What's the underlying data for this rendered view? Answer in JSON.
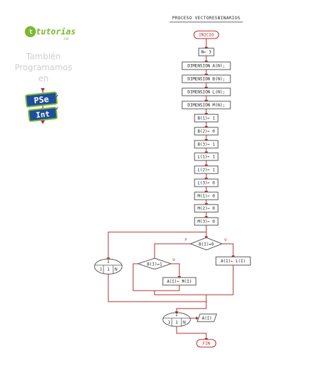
{
  "logo": {
    "brand": "tutorias",
    "tld": "co",
    "tagline": [
      "También",
      "Programamos",
      "en"
    ],
    "badge_top": "PSe",
    "badge_bottom": "Int"
  },
  "flowchart": {
    "title": "PROCESO VECTORESBINARIOS",
    "start": "INICIO",
    "steps": [
      "N← 3",
      "DIMENSION A(N);",
      "DIMENSION B(N);",
      "DIMENSION L(N);",
      "DIMENSION M(N);",
      "B(1)← 1",
      "B(2)← 0",
      "B(3)← 1",
      "L(1)← 1",
      "L(2)← 1",
      "L(3)← 0",
      "M(1)← 0",
      "M(2)← 0",
      "M(3)← 0"
    ],
    "loop1": {
      "var": "I",
      "from": "1",
      "step": "1",
      "to": "N"
    },
    "cond_main": "B(I)=0",
    "label_false": "F",
    "label_true": "V",
    "assign_true": "A(I)← L(I)",
    "cond_inner": "B(I)=1",
    "label_inner_true": "V",
    "assign_inner_true": "A(I)← M(I)",
    "loop2": {
      "var": "I",
      "from": "1",
      "step": "1",
      "to": "N"
    },
    "output": "A(I)",
    "end": "FIN"
  },
  "colors": {
    "flow_lines": "#b8282e",
    "box_border": "#555555",
    "logo_green": "#7cb82f",
    "badge_blue": "#1f4e9c"
  }
}
